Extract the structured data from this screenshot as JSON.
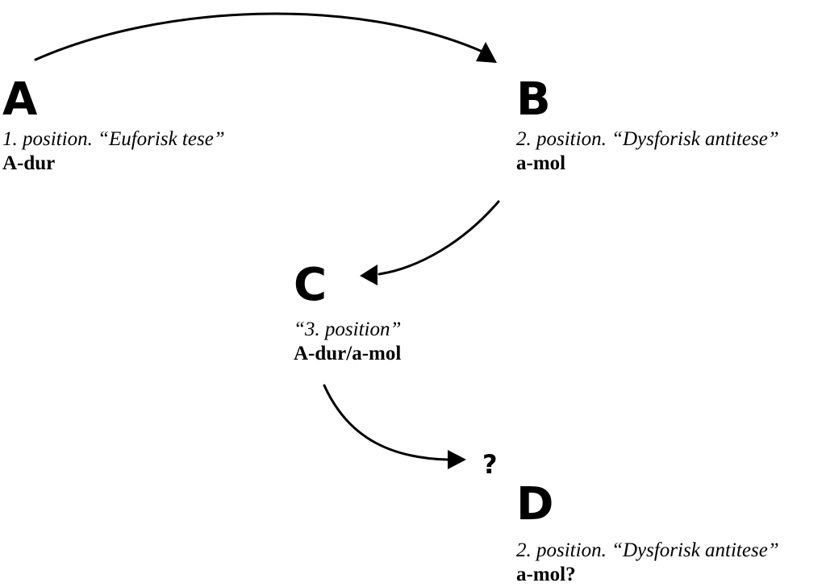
{
  "nodes": {
    "a": {
      "letter": "A",
      "caption": "1. position. “Euforisk tese”",
      "key": "A-dur"
    },
    "b": {
      "letter": "B",
      "caption": "2. position. “Dysforisk antitese”",
      "key": "a-mol"
    },
    "c": {
      "letter": "C",
      "caption": "“3. position”",
      "key": "A-dur/a-mol"
    },
    "d": {
      "letter": "D",
      "caption": "2. position. “Dysforisk antitese”",
      "key": "a-mol?"
    }
  },
  "question_mark": "?",
  "colors": {
    "ink": "#000000",
    "background": "#ffffff"
  }
}
